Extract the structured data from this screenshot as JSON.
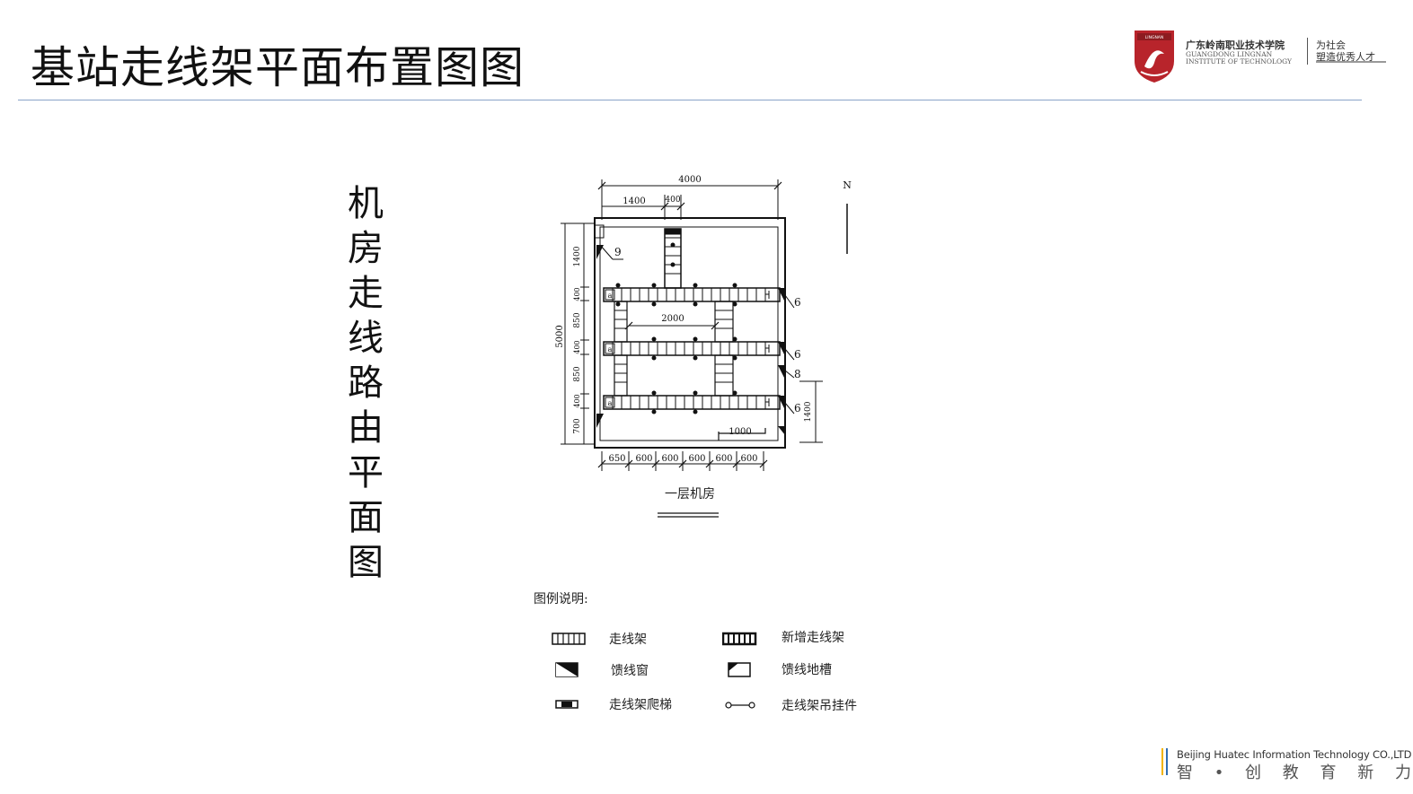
{
  "page": {
    "title": "基站走线架平面布置图图",
    "vertical_title": [
      "机",
      "房",
      "走",
      "线",
      "路",
      "由",
      "平",
      "面",
      "图"
    ]
  },
  "logo": {
    "emblem_text": "LINGNAN",
    "name_cn": "广东岭南职业技术学院",
    "name_en_line1": "GUANGDONG LINGNAN",
    "name_en_line2": "INSTITUTE OF TECHNOLOGY",
    "motto_line1": "为社会",
    "motto_line2": "塑造优秀人才"
  },
  "diagram": {
    "dims_top": {
      "total": "4000",
      "left": "1400",
      "small": "400"
    },
    "dims_left": {
      "total": "5000",
      "seg1": "1400",
      "seg2": "400",
      "seg3": "850",
      "seg4": "400",
      "seg5": "850",
      "seg6": "400",
      "seg7": "700"
    },
    "dims_bottom": [
      "650",
      "600",
      "600",
      "600",
      "600",
      "600"
    ],
    "inner_dim": "2000",
    "door_dim": "1000",
    "right_dim": "1400",
    "callouts": {
      "c9": "9",
      "c6a": "6",
      "c6b": "6",
      "c8": "8",
      "c6c": "6"
    },
    "compass_label": "N",
    "room_caption": "一层机房",
    "rack_letter": "a"
  },
  "legend": {
    "title": "图例说明:",
    "items": [
      {
        "label": "走线架"
      },
      {
        "label": "新增走线架"
      },
      {
        "label": "馈线窗"
      },
      {
        "label": "馈线地槽"
      },
      {
        "label": "走线架爬梯"
      },
      {
        "label": "走线架吊挂件"
      }
    ]
  },
  "footer": {
    "company": "Beijing Huatec Information Technology CO.,LTD",
    "slogan": "智 • 创 教 育 新 力 量",
    "colors": {
      "bar1": "#f2b400",
      "bar2": "#2e6db4"
    }
  },
  "colors": {
    "rule": "#8aa3c9",
    "logo_red": "#b8242b"
  }
}
